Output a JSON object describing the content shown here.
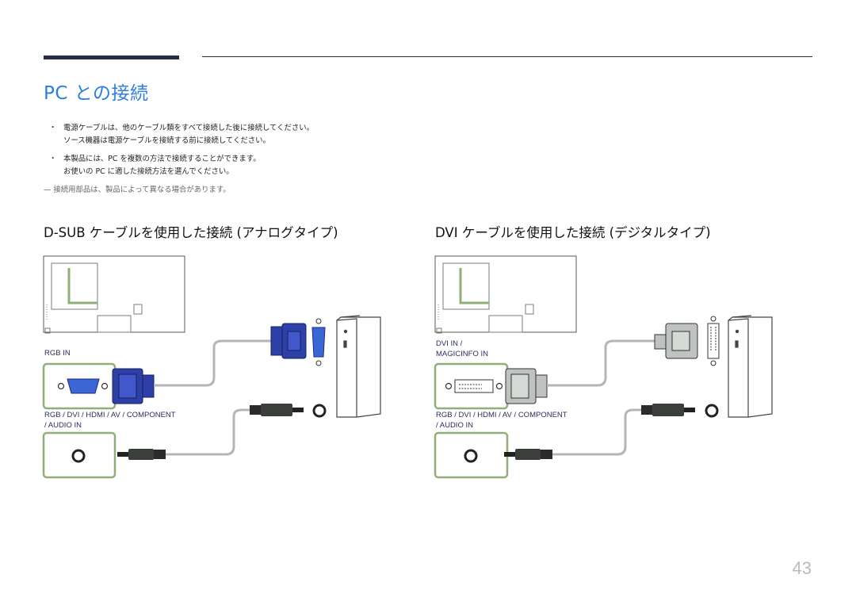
{
  "page": {
    "title": "PC との接続",
    "number": "43"
  },
  "bullets": [
    {
      "line1": "電源ケーブルは、他のケーブル類をすべて接続した後に接続してください。",
      "line2": "ソース機器は電源ケーブルを接続する前に接続してください。"
    },
    {
      "line1": "本製品には、PC を複数の方法で接続することができます。",
      "line2": "お使いの PC に適した接続方法を選んでください。"
    }
  ],
  "note": "接続用部品は、製品によって異なる場合があります。",
  "sections": {
    "dsub": {
      "title": "D-SUB ケーブルを使用した接続 (アナログタイプ)",
      "port_label": "RGB IN",
      "audio_label_1": "RGB / DVI / HDMI / AV / COMPONENT",
      "audio_label_2": "/ AUDIO IN"
    },
    "dvi": {
      "title": "DVI ケーブルを使用した接続 (デジタルタイプ)",
      "port_label_1": "DVI IN /",
      "port_label_2": "MAGICINFO IN",
      "audio_label_1": "RGB / DVI / HDMI / AV / COMPONENT",
      "audio_label_2": "/ AUDIO IN"
    }
  },
  "colors": {
    "accent": "#2a7de1",
    "rule": "#252c45",
    "frame_green": "#8fae78",
    "vga_blue": "#2d40a8",
    "dvi_gray": "#bfc3c0"
  }
}
